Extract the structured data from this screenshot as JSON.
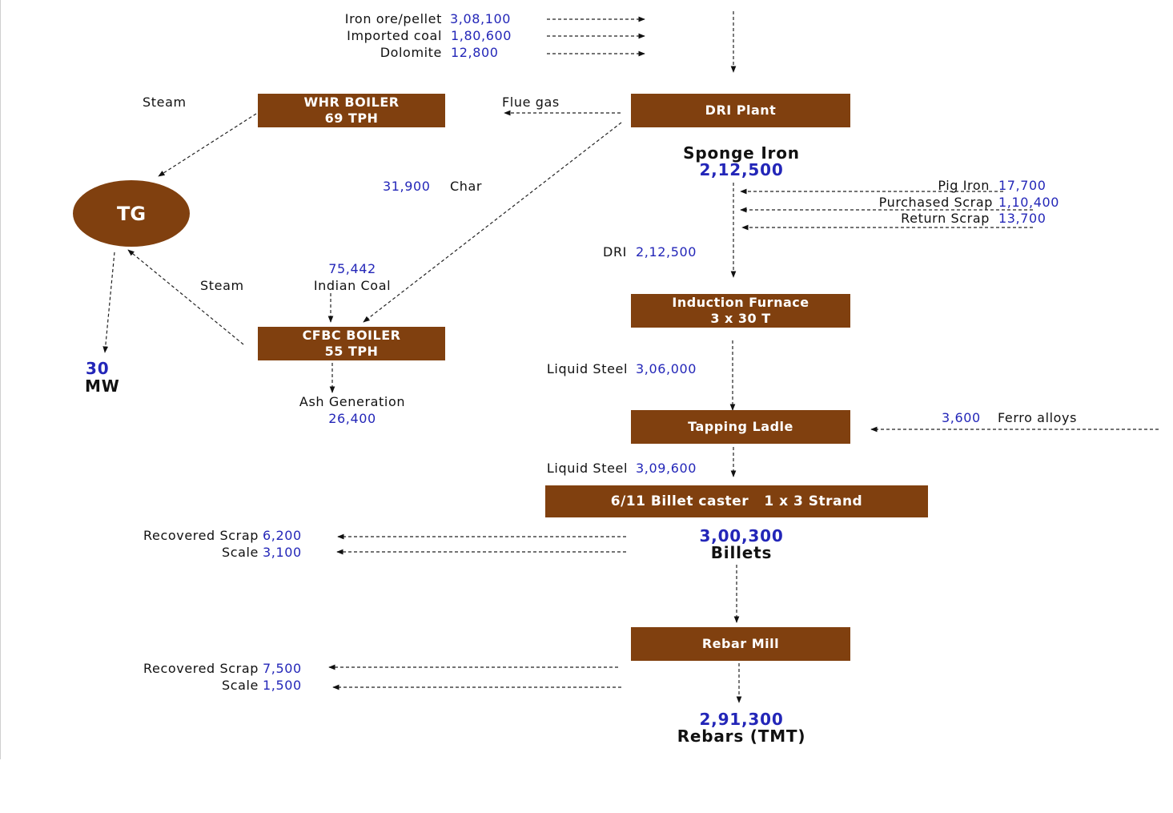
{
  "inputs": {
    "iron_ore_label": "Iron ore/pellet",
    "iron_ore_value": "3,08,100",
    "coal_label": "Imported coal",
    "coal_value": "1,80,600",
    "dolomite_label": "Dolomite",
    "dolomite_value": "12,800"
  },
  "boxes": {
    "whr_line1": "WHR BOILER",
    "whr_line2": "69 TPH",
    "dri": "DRI Plant",
    "cfbc_line1": "CFBC BOILER",
    "cfbc_line2": "55 TPH",
    "induction_line1": "Induction Furnace",
    "induction_line2": "3 x 30 T",
    "tapping": "Tapping Ladle",
    "caster": "6/11 Billet caster   1 x 3 Strand",
    "rebar": "Rebar Mill",
    "tg": "TG"
  },
  "labels": {
    "steam_top": "Steam",
    "steam_bottom": "Steam",
    "flue_gas": "Flue gas",
    "char_value": "31,900",
    "char_label": "Char",
    "sponge_label": "Sponge Iron",
    "sponge_value": "2,12,500",
    "pig_label": "Pig Iron",
    "pig_value": "17,700",
    "purchased_label": "Purchased Scrap",
    "purchased_value": "1,10,400",
    "return_label": "Return Scrap",
    "return_value": "13,700",
    "dri_label": "DRI",
    "dri_value": "2,12,500",
    "indian_coal_value": "75,442",
    "indian_coal_label": "Indian Coal",
    "power_value": "30",
    "power_label": "MW",
    "ash_label": "Ash Generation",
    "ash_value": "26,400",
    "ls1_label": "Liquid Steel",
    "ls1_value": "3,06,000",
    "ferro_value": "3,600",
    "ferro_label": "Ferro alloys",
    "ls2_label": "Liquid Steel",
    "ls2_value": "3,09,600",
    "billets_value": "3,00,300",
    "billets_label": "Billets",
    "rec_scrap1_label": "Recovered Scrap",
    "rec_scrap1_value": "6,200",
    "scale1_label": "Scale",
    "scale1_value": "3,100",
    "rec_scrap2_label": "Recovered Scrap",
    "rec_scrap2_value": "7,500",
    "scale2_label": "Scale",
    "scale2_value": "1,500",
    "rebars_value": "2,91,300",
    "rebars_label": "Rebars (TMT)"
  }
}
